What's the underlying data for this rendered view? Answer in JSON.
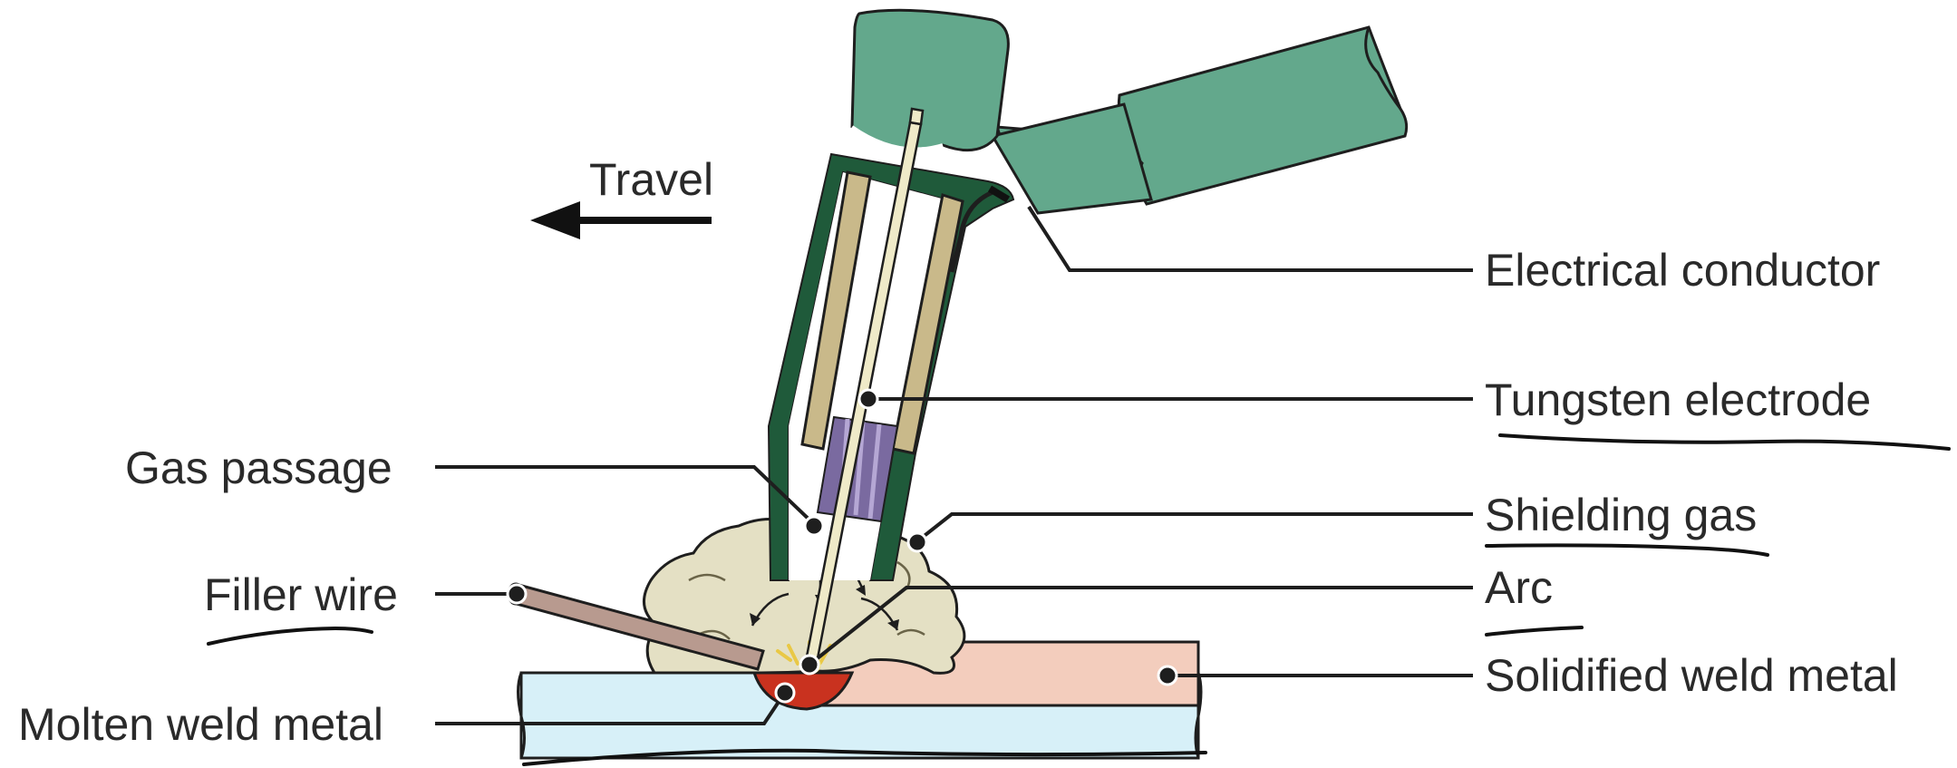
{
  "labels": {
    "travel": "Travel",
    "electrical_conductor": "Electrical conductor",
    "tungsten_electrode": "Tungsten electrode",
    "gas_passage": "Gas passage",
    "shielding_gas": "Shielding gas",
    "filler_wire": "Filler wire",
    "arc": "Arc",
    "solidified_weld_metal": "Solidified weld metal",
    "molten_weld_metal": "Molten weld metal"
  },
  "colors": {
    "torch_body": "#63a88c",
    "torch_dark": "#1f5a3a",
    "ceramic_insert": "#c9b98a",
    "electrode": "#efeac8",
    "collet": "#7a6aa0",
    "shielding_gas": "#e4e0c4",
    "filler_rod": "#b89a8f",
    "molten_metal": "#c9321f",
    "solidified_metal": "#f3cdbd",
    "base_metal": "#d7f0f8"
  }
}
